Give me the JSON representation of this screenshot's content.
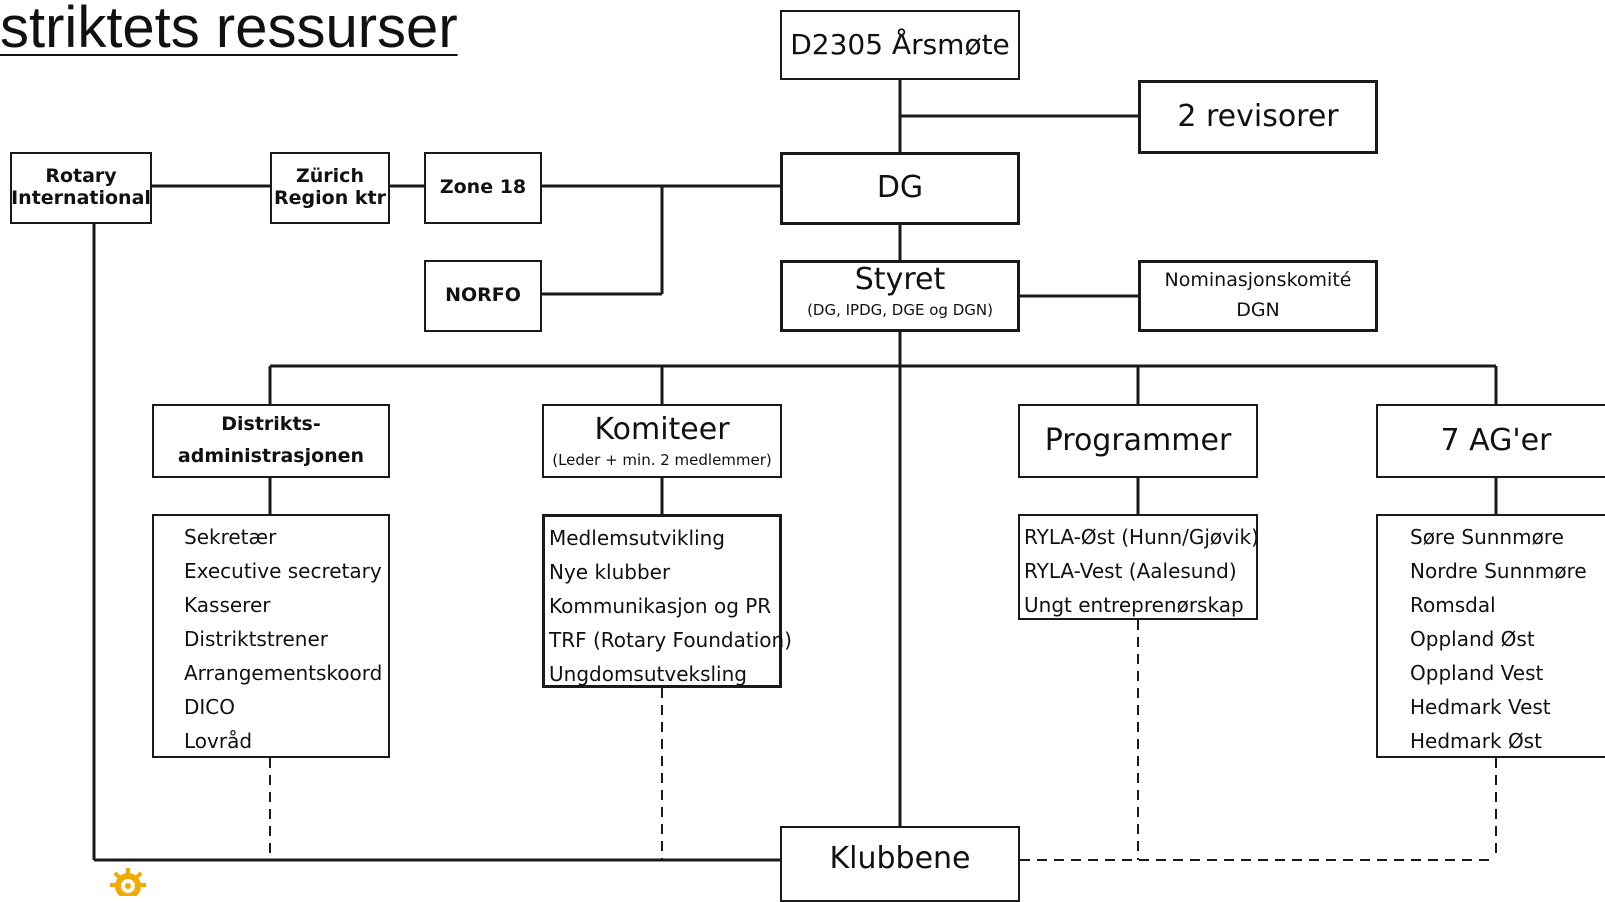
{
  "page": {
    "title": "striktets ressurser"
  },
  "nodes": {
    "arsmote": "D2305 Årsmøte",
    "revisorer": "2 revisorer",
    "rotary_international": [
      "Rotary",
      "International"
    ],
    "zurich": [
      "Zürich",
      "Region ktr"
    ],
    "zone": "Zone 18",
    "norfo": "NORFO",
    "dg": "DG",
    "styret": {
      "title": "Styret",
      "sub": "(DG, IPDG, DGE og DGN)"
    },
    "nominasjon": [
      "Nominasjonskomité",
      "DGN"
    ],
    "distrikt": [
      "Distrikts-",
      "administrasjonen"
    ],
    "komiteer": {
      "title": "Komiteer",
      "sub": "(Leder + min. 2 medlemmer)"
    },
    "programmer": "Programmer",
    "ag": "7 AG'er",
    "klubbene": "Klubbene"
  },
  "lists": {
    "distrikt": [
      "Sekretær",
      "Executive secretary",
      "Kasserer",
      "Distriktstrener",
      "Arrangementskoord",
      "DICO",
      "Lovråd"
    ],
    "komiteer": [
      "Medlemsutvikling",
      "Nye klubber",
      "Kommunikasjon og PR",
      "TRF (Rotary Foundation)",
      "Ungdomsutveksling"
    ],
    "programmer": [
      "RYLA-Øst (Hunn/Gjøvik)",
      "RYLA-Vest (Aalesund)",
      "Ungt entreprenørskap"
    ],
    "ag": [
      "Søre Sunnmøre",
      "Nordre Sunnmøre",
      "Romsdal",
      "Oppland Øst",
      "Oppland Vest",
      "Hedmark Vest",
      "Hedmark Øst"
    ]
  },
  "colors": {
    "line": "#1a1a1a",
    "logo": "#f2a900"
  },
  "icons": {
    "logo": "rotary-wheel-icon"
  }
}
